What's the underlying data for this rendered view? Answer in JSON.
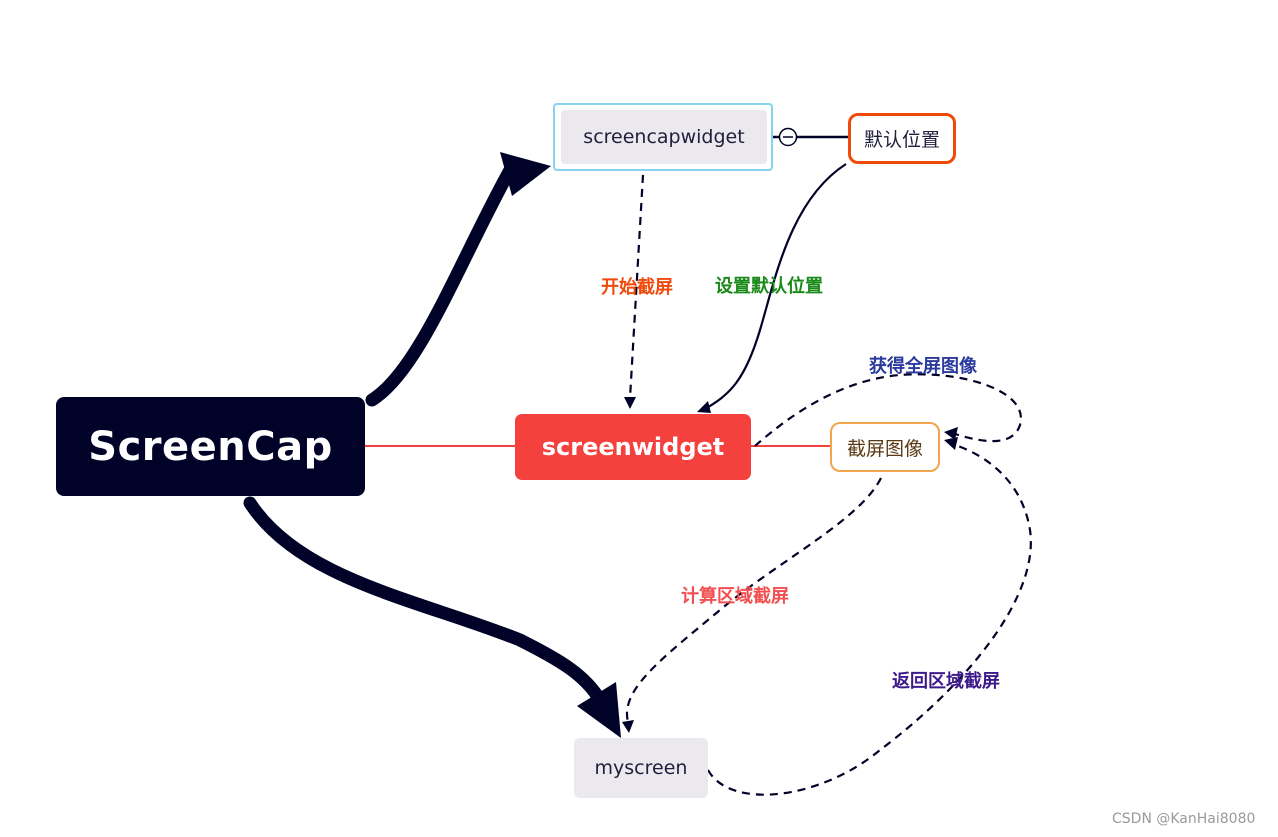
{
  "nodes": {
    "root": "ScreenCap",
    "screencapwidget": "screencapwidget",
    "default_position": "默认位置",
    "screenwidget": "screenwidget",
    "capture_image": "截屏图像",
    "myscreen": "myscreen"
  },
  "relations": {
    "start_capture": "开始截屏",
    "set_default_position": "设置默认位置",
    "get_fullscreen_image": "获得全屏图像",
    "compute_region_capture": "计算区域截屏",
    "return_region_capture": "返回区域截屏"
  },
  "relation_colors": {
    "start_capture": "#f04a0a",
    "set_default_position": "#1a8a1a",
    "get_fullscreen_image": "#2b3a9e",
    "compute_region_capture": "#f25050",
    "return_region_capture": "#3d1a8a"
  },
  "colors": {
    "root_fill": "#000327",
    "screenwidget_fill": "#f5413d",
    "link_dark": "#000327",
    "link_red": "#f5413d"
  },
  "watermark": "CSDN @KanHai8080"
}
